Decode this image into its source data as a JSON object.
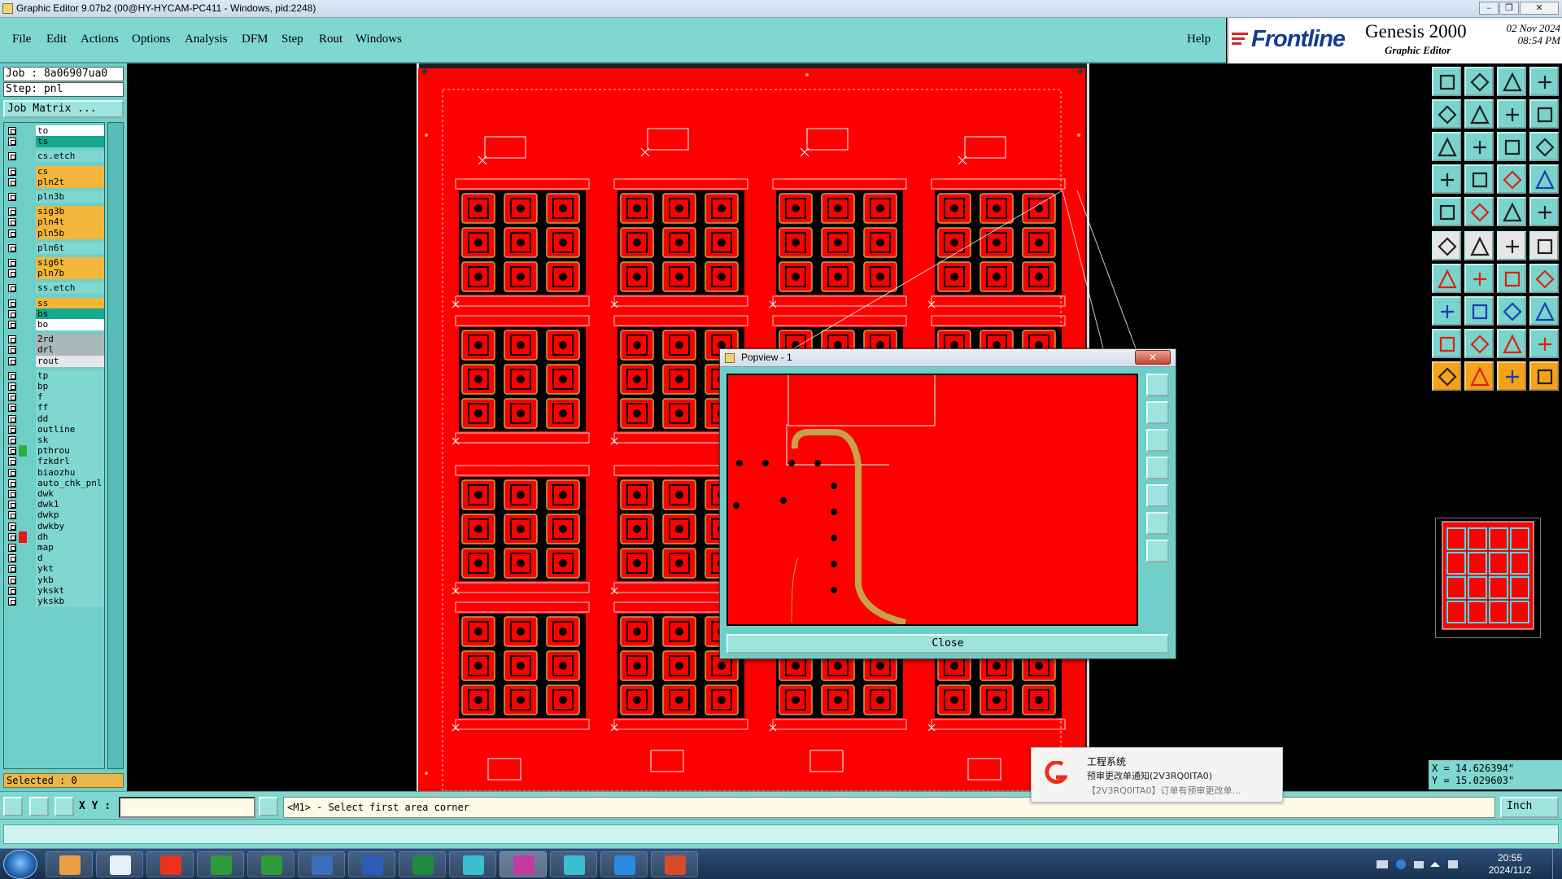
{
  "window": {
    "title": "Graphic Editor 9.07b2 (00@HY-HYCAM-PC411 - Windows, pid:2248)"
  },
  "menu": [
    "File",
    "Edit",
    "Actions",
    "Options",
    "Analysis",
    "DFM",
    "Step",
    "Rout",
    "Windows"
  ],
  "help_label": "Help",
  "brand": {
    "logo": "Frontline",
    "product": "Genesis 2000",
    "subtitle": "Graphic Editor",
    "date": "02 Nov 2024",
    "time": "08:54 PM"
  },
  "job": {
    "job_line": "Job : 8a06907ua0",
    "step_line": "Step: pnl",
    "matrix_button": "Job Matrix ..."
  },
  "layers": [
    {
      "name": "to",
      "color": "#ffffff"
    },
    {
      "name": "ts",
      "color": "#15a88f"
    },
    {
      "name": "cs.etch",
      "color": "#7fd7d0"
    },
    {
      "name": "cs",
      "color": "#f2b63a"
    },
    {
      "name": "pln2t",
      "color": "#f2b63a"
    },
    {
      "name": "pln3b",
      "color": "#7fd7d0"
    },
    {
      "name": "sig3b",
      "color": "#f2b63a"
    },
    {
      "name": "pln4t",
      "color": "#f2b63a"
    },
    {
      "name": "pln5b",
      "color": "#f2b63a"
    },
    {
      "name": "pln6t",
      "color": "#7fd7d0"
    },
    {
      "name": "sig6t",
      "color": "#f2b63a"
    },
    {
      "name": "pln7b",
      "color": "#f2b63a"
    },
    {
      "name": "ss.etch",
      "color": "#7fd7d0"
    },
    {
      "name": "ss",
      "color": "#f2b63a"
    },
    {
      "name": "bs",
      "color": "#15a88f"
    },
    {
      "name": "bo",
      "color": "#ffffff"
    },
    {
      "name": "2rd",
      "color": "#a8b7b8"
    },
    {
      "name": "drl",
      "color": "#a8b7b8"
    },
    {
      "name": "rout",
      "color": "#e6e6e6"
    },
    {
      "name": "tp",
      "color": "#7fd7d0"
    },
    {
      "name": "bp",
      "color": "#7fd7d0"
    },
    {
      "name": "f",
      "color": "#7fd7d0"
    },
    {
      "name": "ff",
      "color": "#7fd7d0"
    },
    {
      "name": "dd",
      "color": "#7fd7d0"
    },
    {
      "name": "outline",
      "color": "#7fd7d0"
    },
    {
      "name": "sk",
      "color": "#7fd7d0"
    },
    {
      "name": "pthrou",
      "color": "#7fd7d0"
    },
    {
      "name": "fzkdrl",
      "color": "#7fd7d0"
    },
    {
      "name": "biaozhu",
      "color": "#7fd7d0"
    },
    {
      "name": "auto_chk_pnl",
      "color": "#7fd7d0"
    },
    {
      "name": "dwk",
      "color": "#7fd7d0"
    },
    {
      "name": "dwk1",
      "color": "#7fd7d0"
    },
    {
      "name": "dwkp",
      "color": "#7fd7d0"
    },
    {
      "name": "dwkby",
      "color": "#7fd7d0"
    },
    {
      "name": "dh",
      "color": "#7fd7d0"
    },
    {
      "name": "map",
      "color": "#7fd7d0"
    },
    {
      "name": "d",
      "color": "#7fd7d0"
    },
    {
      "name": "ykt",
      "color": "#7fd7d0"
    },
    {
      "name": "ykb",
      "color": "#7fd7d0"
    },
    {
      "name": "ykskt",
      "color": "#7fd7d0"
    },
    {
      "name": "ykskb",
      "color": "#7fd7d0"
    }
  ],
  "selected_text": "Selected : 0",
  "command": {
    "xy_label": "X Y :",
    "prompt": "<M1> - Select first area corner",
    "units": "Inch"
  },
  "coords": {
    "x": "X = 14.626394\"",
    "y": "Y = 15.029603\""
  },
  "popview": {
    "title": "Popview - 1",
    "close_label": "Close"
  },
  "notification": {
    "app": "工程系统",
    "title": "预审更改单通知(2V3RQ0ITA0)",
    "body": "【2V3RQ0ITA0】订单有预审更改单..."
  },
  "taskbar": {
    "time": "20:55",
    "date": "2024/11/2"
  },
  "colors": {
    "board": "#ff0000",
    "toolbar": "#7fd7d0",
    "highlight": "#f2b63a"
  }
}
